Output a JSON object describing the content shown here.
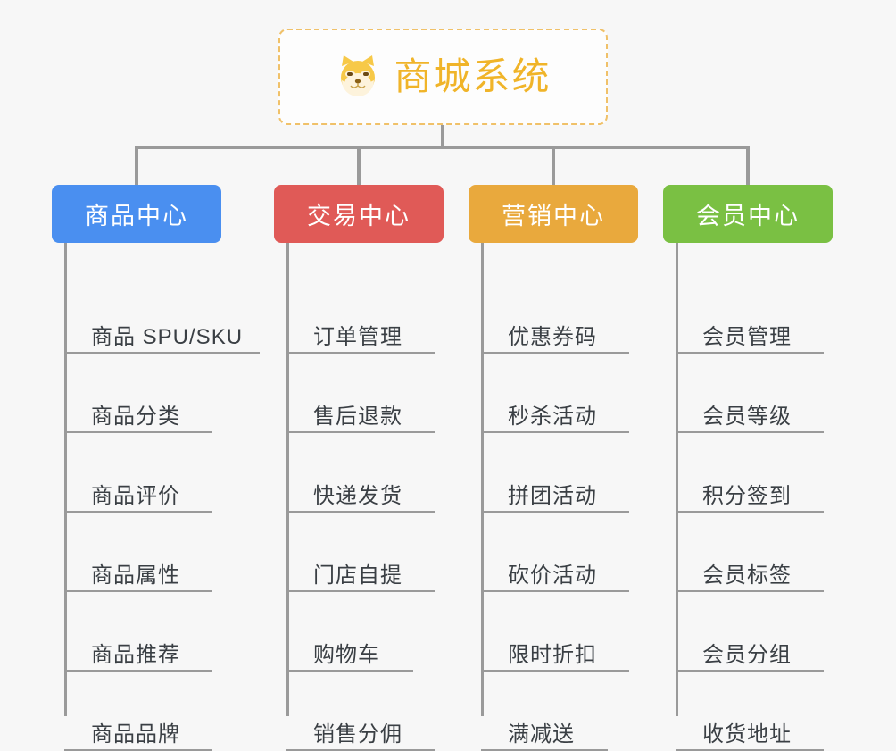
{
  "root": {
    "title": "商城系统",
    "icon": "shiba-dog-emoji",
    "accent_color": "#f0b429",
    "border_color": "#f0c169"
  },
  "background_color": "#f7f7f7",
  "connector_color": "#9a9a9a",
  "columns": [
    {
      "title": "商品中心",
      "color": "#4a8ff0",
      "items": [
        "商品 SPU/SKU",
        "商品分类",
        "商品评价",
        "商品属性",
        "商品推荐",
        "商品品牌"
      ]
    },
    {
      "title": "交易中心",
      "color": "#e05a57",
      "items": [
        "订单管理",
        "售后退款",
        "快递发货",
        "门店自提",
        "购物车",
        "销售分佣"
      ]
    },
    {
      "title": "营销中心",
      "color": "#e9a93d",
      "items": [
        "优惠券码",
        "秒杀活动",
        "拼团活动",
        "砍价活动",
        "限时折扣",
        "满减送"
      ]
    },
    {
      "title": "会员中心",
      "color": "#7ac043",
      "items": [
        "会员管理",
        "会员等级",
        "积分签到",
        "会员标签",
        "会员分组",
        "收货地址"
      ]
    }
  ]
}
